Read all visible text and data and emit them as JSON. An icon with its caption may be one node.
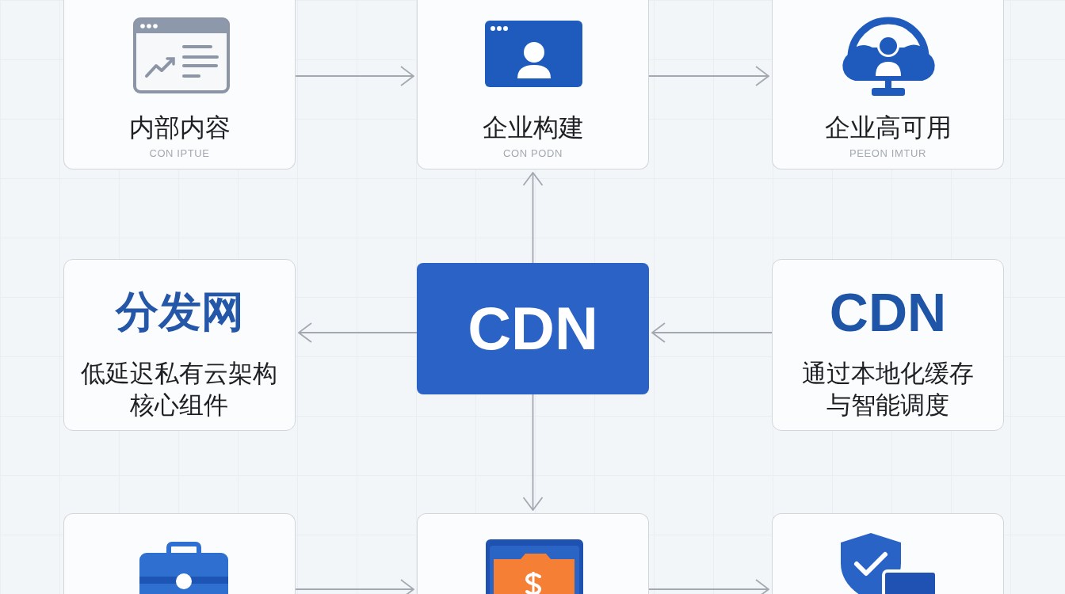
{
  "diagram": {
    "nodes": [
      {
        "text": [
          "内部内容",
          "CON IPTUE"
        ]
      },
      {
        "text": [
          "企业构建",
          "CON PODN"
        ]
      },
      {
        "text": [
          "企业高可用",
          "PEEON IMTUR"
        ]
      },
      {
        "text": [
          "分发网",
          "低延迟私有云架构核心组件"
        ]
      },
      {
        "text": [
          "CDN"
        ]
      },
      {
        "text": [
          "CDN",
          "通过本地化缓存与智能调度"
        ]
      },
      {
        "text": [],
        "shape": "box"
      },
      {
        "text": [],
        "shape": "box"
      },
      {
        "text": [],
        "shape": "box"
      }
    ],
    "edges": [
      {
        "from": 0,
        "to": 1,
        "arrow": "to"
      },
      {
        "from": 1,
        "to": 2,
        "arrow": "to"
      },
      {
        "from": 4,
        "to": 1,
        "arrow": "to"
      },
      {
        "from": 4,
        "to": 3,
        "arrow": "to"
      },
      {
        "from": 5,
        "to": 4,
        "arrow": "to"
      },
      {
        "from": 4,
        "to": 7,
        "arrow": "to"
      },
      {
        "from": 6,
        "to": 7,
        "arrow": "to"
      },
      {
        "from": 7,
        "to": 8,
        "arrow": "to"
      }
    ]
  }
}
